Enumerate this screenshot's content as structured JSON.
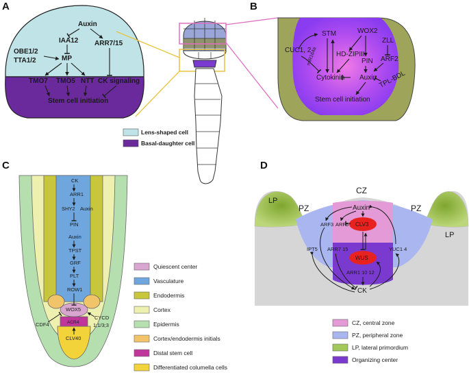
{
  "panels": {
    "a": {
      "label": "A",
      "nodes": {
        "auxin": "Auxin",
        "iaa12": "IAA12",
        "arr7_15": "ARR7/15",
        "obe": "OBE1/2",
        "tta": "TTA1/2",
        "mp": "MP",
        "tmo7": "TMO7",
        "tmo5": "TMO5",
        "ntt": "NTT",
        "ck": "CK signaling",
        "stem": "Stem cell initiation"
      },
      "legend": [
        {
          "label": "Lens-shaped cell",
          "color": "#bfe3e6"
        },
        {
          "label": "Basal-daughter cell",
          "color": "#6b2a9c"
        }
      ]
    },
    "b": {
      "label": "B",
      "nodes": {
        "stm": "STM",
        "wox2": "WOX2",
        "zll": "ZLL",
        "cuc": "CUC1, 2",
        "mir": "miR164a",
        "hdzip": "HD-ZIPIII",
        "pin": "PIN",
        "arf2": "ARF2",
        "cytokinin": "Cytokinin",
        "auxin": "Auxin",
        "tpl": "TPL-BDL",
        "stem": "Stem cell initiation"
      }
    },
    "c": {
      "label": "C",
      "chain": [
        "CK",
        "ARR1",
        "SHY2",
        "Auxin",
        "PIN",
        "Auxin",
        "TPST",
        "GRF",
        "PLT",
        "ROW1",
        "WOX5",
        "ACR4",
        "CLV40"
      ],
      "side": {
        "cdf4": "CDF4",
        "cycd": "CYCD",
        "cycd_sub": "1;1/3;3"
      },
      "legend": [
        {
          "label": "Quiescent center",
          "color": "#d9a6cf"
        },
        {
          "label": "Vasculature",
          "color": "#6ea6dd"
        },
        {
          "label": "Endodermis",
          "color": "#c8c63a"
        },
        {
          "label": "Cortex",
          "color": "#eef0b0"
        },
        {
          "label": "Epidermis",
          "color": "#b6dfb0"
        },
        {
          "label": "Cortex/endodermis initials",
          "color": "#f2c46a"
        },
        {
          "label": "Distal stem cell",
          "color": "#c0379c"
        },
        {
          "label": "Differentiated columella cells",
          "color": "#f3d33a"
        }
      ]
    },
    "d": {
      "label": "D",
      "nodes": {
        "cz": "CZ",
        "pz_left": "PZ",
        "pz_right": "PZ",
        "lp_left": "LP",
        "lp_right": "LP",
        "auxin": "Auxin",
        "arf3": "ARF3",
        "arf5": "ARF5",
        "clv3": "CLV3",
        "ipt5": "IPT5",
        "arr7_15": "ARR7 15",
        "yuc": "YUC1 4",
        "wus": "WUS",
        "arr": "ARR1 10 12",
        "ck": "CK"
      },
      "legend": [
        {
          "label": "CZ, central zone",
          "color": "#e39ad6"
        },
        {
          "label": "PZ, peripheral zone",
          "color": "#a9b6f0"
        },
        {
          "label": "LP, lateral primordium",
          "color": "#a3c85a"
        },
        {
          "label": "Organizing center",
          "color": "#7a3ad0"
        }
      ]
    }
  }
}
